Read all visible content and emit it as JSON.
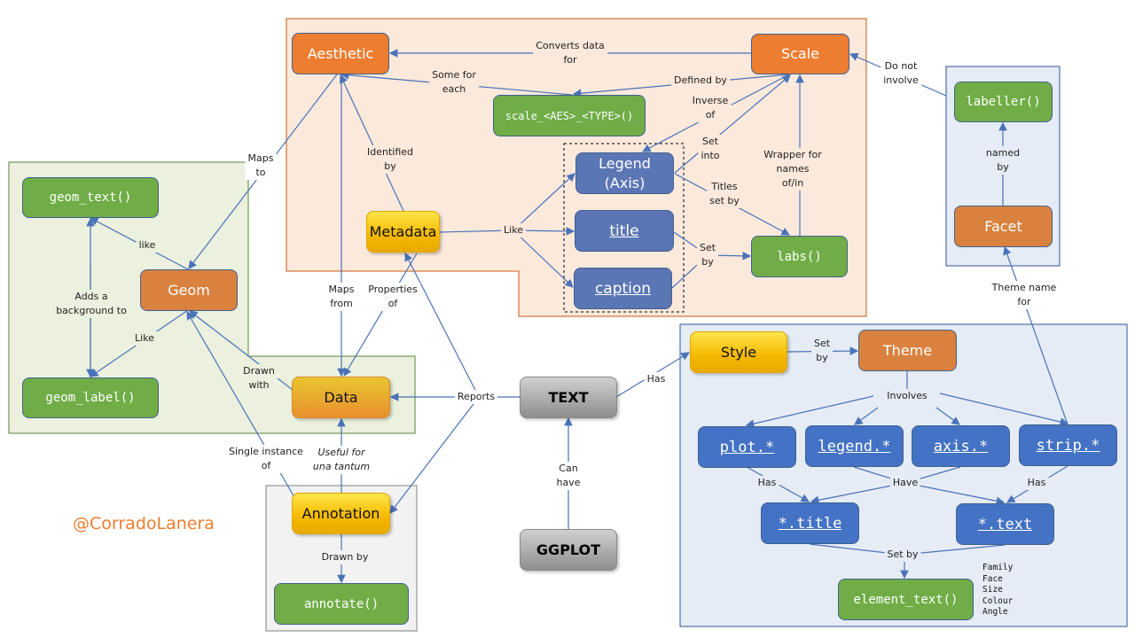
{
  "nodes": {
    "aesthetic": "Aesthetic",
    "scale": "Scale",
    "scale_fn": "scale_<AES>_<TYPE>()",
    "legend": "Legend\n(Axis)",
    "title": "title",
    "caption": "caption",
    "labs": "labs()",
    "metadata": "Metadata",
    "labeller": "labeller()",
    "facet": "Facet",
    "geom_text": "geom_text()",
    "geom": "Geom",
    "geom_label": "geom_label()",
    "data": "Data",
    "annotation": "Annotation",
    "annotate": "annotate()",
    "text": "TEXT",
    "ggplot": "GGPLOT",
    "style": "Style",
    "theme": "Theme",
    "plot": "plot.*",
    "legend_el": "legend.*",
    "axis": "axis.*",
    "strip": "strip.*",
    "star_title": "*.title",
    "star_text": "*.text",
    "element_text": "element_text()"
  },
  "edge_labels": {
    "converts": "Converts data\nfor",
    "some_for_each": "Some for\neach",
    "defined_by": "Defined by",
    "inverse_of": "Inverse\nof",
    "set_into": "Set\ninto",
    "titles_set_by": "Titles\nset by",
    "wrapper": "Wrapper for\nnames\nof/in",
    "set_by_labs": "Set\nby",
    "like_meta": "Like",
    "identified_by": "Identified\nby",
    "maps_to": "Maps\nto",
    "like_text": "like",
    "adds_bg": "Adds a\nbackground to",
    "like_label": "Like",
    "maps_from": "Maps\nfrom",
    "properties_of": "Properties\nof",
    "drawn_with": "Drawn\nwith",
    "reports": "Reports",
    "has_style": "Has",
    "single_instance": "Single instance\nof",
    "useful_for": "Useful for\nuna tantum",
    "drawn_by": "Drawn by",
    "can_have": "Can\nhave",
    "do_not_involve": "Do not\ninvolve",
    "named_by": "named\nby",
    "theme_name_for": "Theme name\nfor",
    "set_by_theme": "Set\nby",
    "involves": "Involves",
    "has_plot": "Has",
    "have": "Have",
    "has_strip": "Has",
    "set_by_element": "Set by"
  },
  "element_text_props": "Family\nFace\nSize\nColour\nAngle",
  "author_handle": "@CorradoLanera",
  "colors": {
    "orange": "#ed7d31",
    "green": "#70ad47",
    "blue": "#4472c4",
    "edge": "#4a72b8"
  }
}
